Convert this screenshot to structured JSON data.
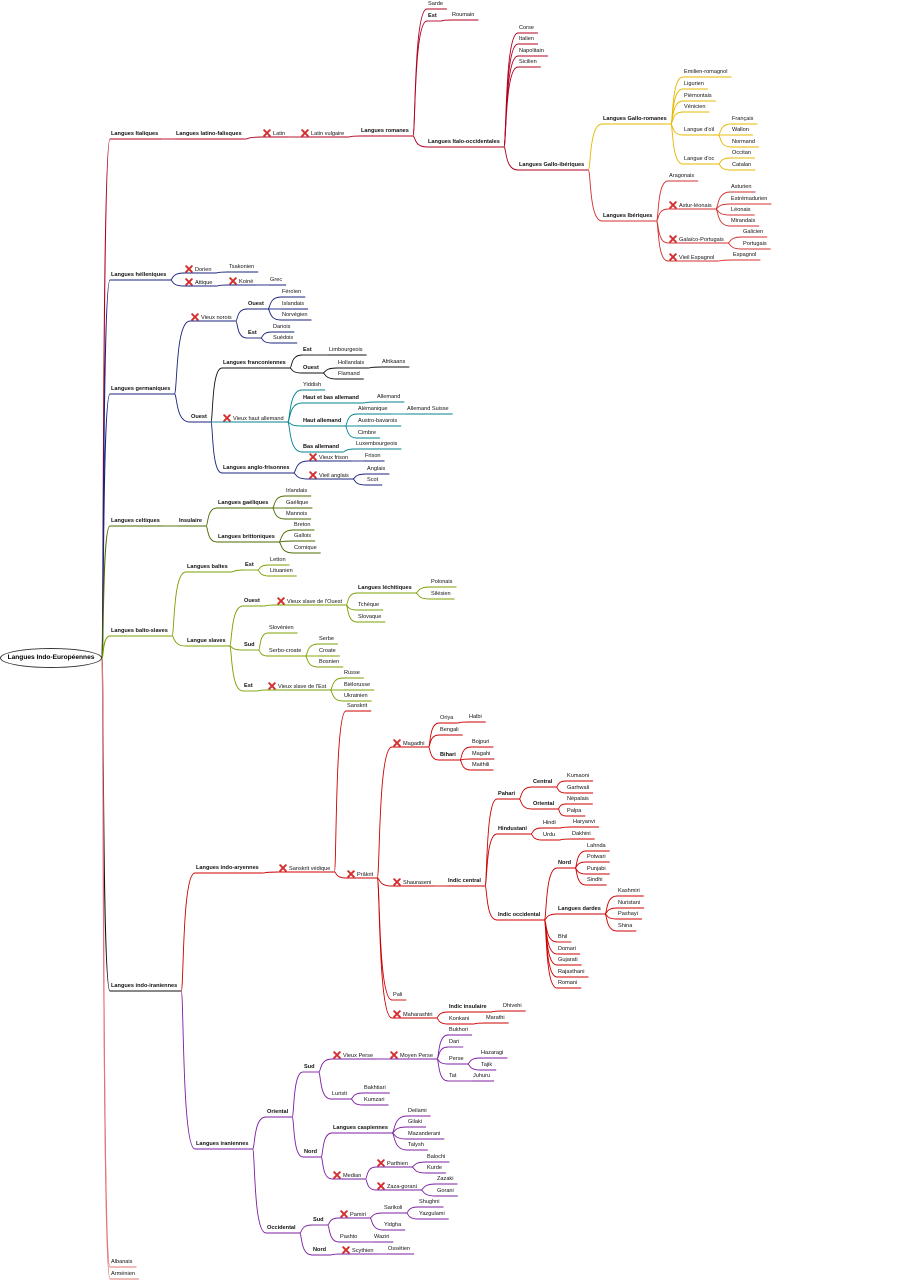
{
  "root": "Langues Indo-Européennes",
  "icons": {
    "extinct": "red-x-icon",
    "extinct_color": "#d32f2f"
  },
  "branch_colors": {
    "italiques": "#b00020",
    "gallo_romanes": "#e6b800",
    "iberiques": "#d32f2f",
    "helleniques": "#1a237e",
    "germaniques": "#1a237e",
    "franconiennes": "#111111",
    "haut_bas": "#00838f",
    "anglo_frisonnes": "#1a237e",
    "celtiques": "#4b6b00",
    "balto_slaves": "#7aa000",
    "indo_iraniennes": "#111111",
    "indo_aryennes": "#cc0000",
    "iraniennes": "#7b1fa2",
    "albanais": "#e57373"
  },
  "nodes": {
    "n1": {
      "label": "Langues Italiques"
    },
    "n2": {
      "label": "Langues latino-falisques"
    },
    "n3": {
      "label": "Latin"
    },
    "n4": {
      "label": "Latin vulgaire"
    },
    "n5": {
      "label": "Langues romanes"
    },
    "n6": {
      "label": "Sarde"
    },
    "n7": {
      "label": "Est"
    },
    "n8": {
      "label": "Roumain"
    },
    "n9": {
      "label": "Langues Italo-occidentales"
    },
    "n10": {
      "label": "Corse"
    },
    "n11": {
      "label": "Italien"
    },
    "n12": {
      "label": "Napolitain"
    },
    "n13": {
      "label": "Sicilien"
    },
    "n14": {
      "label": "Langues Gallo-ibériques"
    },
    "n15": {
      "label": "Langues Gallo-romanes"
    },
    "n16": {
      "label": "Emilien-romagnol"
    },
    "n17": {
      "label": "Ligurien"
    },
    "n18": {
      "label": "Piémontais"
    },
    "n19": {
      "label": "Vénicien"
    },
    "n20": {
      "label": "Langue d'oïl"
    },
    "n21": {
      "label": "Français"
    },
    "n22": {
      "label": "Wallon"
    },
    "n23": {
      "label": "Normand"
    },
    "n24": {
      "label": "Langue d'oc"
    },
    "n25": {
      "label": "Occitan"
    },
    "n26": {
      "label": "Catalan"
    },
    "n27": {
      "label": "Langues Ibériques"
    },
    "n28": {
      "label": "Aragonais"
    },
    "n29": {
      "label": "Astur-léonais"
    },
    "n30": {
      "label": "Asturien"
    },
    "n31": {
      "label": "Estrémadurien"
    },
    "n32": {
      "label": "Léonais"
    },
    "n33": {
      "label": "Mirandais"
    },
    "n34": {
      "label": "Galaïco-Portugais"
    },
    "n35": {
      "label": "Galicien"
    },
    "n36": {
      "label": "Portugais"
    },
    "n37": {
      "label": "Vieil Espagnol"
    },
    "n38": {
      "label": "Espagnol"
    },
    "n39": {
      "label": "Langues hélleniques"
    },
    "n40": {
      "label": "Dorien"
    },
    "n41": {
      "label": "Tsakonien"
    },
    "n42": {
      "label": "Attique"
    },
    "n43": {
      "label": "Koinè"
    },
    "n44": {
      "label": "Grec"
    },
    "n45": {
      "label": "Langues germaniques"
    },
    "n46": {
      "label": "Vieux norois"
    },
    "n47": {
      "label": "Ouest"
    },
    "n48": {
      "label": "Féroïen"
    },
    "n49": {
      "label": "Islandais"
    },
    "n50": {
      "label": "Norvégien"
    },
    "n51": {
      "label": "Est"
    },
    "n52": {
      "label": "Danois"
    },
    "n53": {
      "label": "Suédois"
    },
    "n54": {
      "label": "Ouest"
    },
    "n55": {
      "label": "Langues franconiennes"
    },
    "n56": {
      "label": "Est"
    },
    "n57": {
      "label": "Limbourgeois"
    },
    "n58": {
      "label": "Ouest"
    },
    "n59": {
      "label": "Hollandais"
    },
    "n60": {
      "label": "Afrikaans"
    },
    "n61": {
      "label": "Flamand"
    },
    "n62": {
      "label": "Vieux haut allemand"
    },
    "n63": {
      "label": "Yiddish"
    },
    "n64": {
      "label": "Haut et bas allemand"
    },
    "n65": {
      "label": "Allemand"
    },
    "n66": {
      "label": "Haut allemand"
    },
    "n67": {
      "label": "Alémanique"
    },
    "n68": {
      "label": "Allemand Suisse"
    },
    "n69": {
      "label": "Austro-bavarois"
    },
    "n70": {
      "label": "Cimbre"
    },
    "n71": {
      "label": "Bas allemand"
    },
    "n72": {
      "label": "Luxembourgeois"
    },
    "n73": {
      "label": "Langues anglo-frisonnes"
    },
    "n74": {
      "label": "Vieux frison"
    },
    "n75": {
      "label": "Frison"
    },
    "n76": {
      "label": "Vieil anglais"
    },
    "n77": {
      "label": "Anglais"
    },
    "n78": {
      "label": "Scot"
    },
    "n79": {
      "label": "Langues celtiques"
    },
    "n80": {
      "label": "Insulaire"
    },
    "n81": {
      "label": "Langues gaéliques"
    },
    "n82": {
      "label": "Irlandais"
    },
    "n83": {
      "label": "Gaélique"
    },
    "n84": {
      "label": "Mannois"
    },
    "n85": {
      "label": "Langues brittoniques"
    },
    "n86": {
      "label": "Breton"
    },
    "n87": {
      "label": "Gallois"
    },
    "n88": {
      "label": "Cornique"
    },
    "n89": {
      "label": "Langues balto-slaves"
    },
    "n90": {
      "label": "Langues baltes"
    },
    "n91": {
      "label": "Est"
    },
    "n92": {
      "label": "Letton"
    },
    "n93": {
      "label": "Lituanien"
    },
    "n94": {
      "label": "Langue slaves"
    },
    "n95": {
      "label": "Ouest"
    },
    "n96": {
      "label": "Vieux slave de l'Ouest"
    },
    "n97": {
      "label": "Langues léchitiques"
    },
    "n98": {
      "label": "Polonais"
    },
    "n99": {
      "label": "Silésien"
    },
    "n100": {
      "label": "Tchèque"
    },
    "n101": {
      "label": "Slovaque"
    },
    "n102": {
      "label": "Sud"
    },
    "n103": {
      "label": "Slovénien"
    },
    "n104": {
      "label": "Serbo-croate"
    },
    "n105": {
      "label": "Serbe"
    },
    "n106": {
      "label": "Croate"
    },
    "n107": {
      "label": "Bosnien"
    },
    "n108": {
      "label": "Est"
    },
    "n109": {
      "label": "Vieux slave de l'Est"
    },
    "n110": {
      "label": "Russe"
    },
    "n111": {
      "label": "Biélorusse"
    },
    "n112": {
      "label": "Ukrainien"
    },
    "n113": {
      "label": "Langues indo-iraniennes"
    },
    "n114": {
      "label": "Langues indo-aryennes"
    },
    "n115": {
      "label": "Sanskrit védique"
    },
    "n116": {
      "label": "Sanskrit"
    },
    "n117": {
      "label": "Prâkrit"
    },
    "n118": {
      "label": "Magadhi"
    },
    "n119": {
      "label": "Oriya"
    },
    "n120": {
      "label": "Halbi"
    },
    "n121": {
      "label": "Bengali"
    },
    "n122": {
      "label": "Bihari"
    },
    "n123": {
      "label": "Bojpuri"
    },
    "n124": {
      "label": "Magahi"
    },
    "n125": {
      "label": "Maithili"
    },
    "n126": {
      "label": "Shauraseni"
    },
    "n127": {
      "label": "Indic central"
    },
    "n128": {
      "label": "Pahari"
    },
    "n129": {
      "label": "Central"
    },
    "n130": {
      "label": "Kumaoni"
    },
    "n131": {
      "label": "Garhwali"
    },
    "n132": {
      "label": "Oriental"
    },
    "n133": {
      "label": "Népalais"
    },
    "n134": {
      "label": "Palpa"
    },
    "n135": {
      "label": "Hindustani"
    },
    "n136": {
      "label": "Hindi"
    },
    "n137": {
      "label": "Haryanvi"
    },
    "n138": {
      "label": "Urdu"
    },
    "n139": {
      "label": "Dakhini"
    },
    "n140": {
      "label": "Indic occidental"
    },
    "n141": {
      "label": "Nord"
    },
    "n142": {
      "label": "Lahnda"
    },
    "n143": {
      "label": "Potwari"
    },
    "n144": {
      "label": "Punjabi"
    },
    "n145": {
      "label": "Sindhi"
    },
    "n146": {
      "label": "Langues dardes"
    },
    "n147": {
      "label": "Kashmiri"
    },
    "n148": {
      "label": "Nuristani"
    },
    "n149": {
      "label": "Pashayi"
    },
    "n150": {
      "label": "Shina"
    },
    "n151": {
      "label": "Bhil"
    },
    "n152": {
      "label": "Domari"
    },
    "n153": {
      "label": "Gujarati"
    },
    "n154": {
      "label": "Rajasthani"
    },
    "n155": {
      "label": "Romani"
    },
    "n156": {
      "label": "Pali"
    },
    "n157": {
      "label": "Maharashtri"
    },
    "n158": {
      "label": "Indic insulaire"
    },
    "n159": {
      "label": "Dhivehi"
    },
    "n160": {
      "label": "Konkani"
    },
    "n161": {
      "label": "Marathi"
    },
    "n162": {
      "label": "Langues iraniennes"
    },
    "n163": {
      "label": "Oriental"
    },
    "n164": {
      "label": "Sud"
    },
    "n165": {
      "label": "Vieux Perse"
    },
    "n166": {
      "label": "Moyen Perse"
    },
    "n167": {
      "label": "Bukhori"
    },
    "n168": {
      "label": "Dari"
    },
    "n169": {
      "label": "Perse"
    },
    "n170": {
      "label": "Hazaragi"
    },
    "n171": {
      "label": "Tajik"
    },
    "n172": {
      "label": "Tat"
    },
    "n173": {
      "label": "Juhuru"
    },
    "n174": {
      "label": "Luristi"
    },
    "n175": {
      "label": "Bakhtiari"
    },
    "n176": {
      "label": "Kumzari"
    },
    "n177": {
      "label": "Nord"
    },
    "n178": {
      "label": "Langues caspiennes"
    },
    "n179": {
      "label": "Deilami"
    },
    "n180": {
      "label": "Gilaki"
    },
    "n181": {
      "label": "Mazanderani"
    },
    "n182": {
      "label": "Talysh"
    },
    "n183": {
      "label": "Median"
    },
    "n184": {
      "label": "Parthien"
    },
    "n185": {
      "label": "Balochi"
    },
    "n186": {
      "label": "Kurde"
    },
    "n187": {
      "label": "Zaza-gorani"
    },
    "n188": {
      "label": "Zazaki"
    },
    "n189": {
      "label": "Gorani"
    },
    "n190": {
      "label": "Occidental"
    },
    "n191": {
      "label": "Sud"
    },
    "n192": {
      "label": "Pamiri"
    },
    "n193": {
      "label": "Sarikoli"
    },
    "n194": {
      "label": "Shughni"
    },
    "n195": {
      "label": "Yazgulami"
    },
    "n196": {
      "label": "Yidgha"
    },
    "n197": {
      "label": "Pashto"
    },
    "n198": {
      "label": "Waziri"
    },
    "n199": {
      "label": "Nord"
    },
    "n200": {
      "label": "Scythien"
    },
    "n201": {
      "label": "Ossétien"
    },
    "n202": {
      "label": "Albanais"
    },
    "n203": {
      "label": "Arménien"
    }
  }
}
